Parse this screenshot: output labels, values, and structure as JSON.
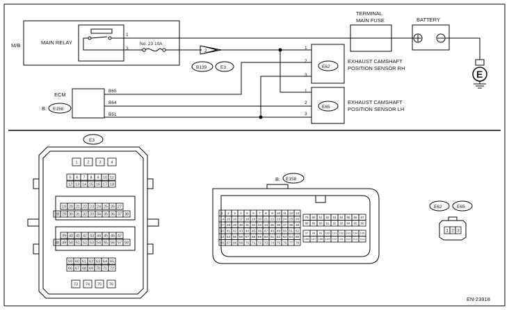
{
  "labels": {
    "mb": "M/B",
    "main_relay": "MAIN RELAY",
    "fuse": "No. 23   10A",
    "terminal_main_fuse_1": "TERMINAL",
    "terminal_main_fuse_2": "MAIN FUSE",
    "battery": "BATTERY",
    "ecm": "ECM",
    "ecm_prefix": "B:",
    "sensor_rh_1": "EXHAUST CAMSHAFT",
    "sensor_rh_2": "POSITION SENSOR RH",
    "sensor_lh_1": "EXHAUST CAMSHAFT",
    "sensor_lh_2": "POSITION SENSOR LH",
    "figure_id": "EN-23918",
    "connector_view_ecm_prefix": "B:"
  },
  "connectors": {
    "b139": "B139",
    "e3": "E3",
    "e158": "E158",
    "e62": "E62",
    "e65": "E65",
    "ground": "E"
  },
  "pins": {
    "relay_1": "1",
    "relay_3": "3",
    "b139_2": "2",
    "rh_1": "1",
    "rh_2": "2",
    "rh_3": "3",
    "lh_1": "1",
    "lh_2": "2",
    "lh_3": "3",
    "b65": "B65",
    "b64": "B64",
    "b51": "B51"
  },
  "e3_pin_rows": [
    [
      "1",
      "2",
      "3",
      "4"
    ],
    [
      "5",
      "6",
      "7",
      "8",
      "9",
      "10",
      "11"
    ],
    [
      "12",
      "13",
      "14",
      "15",
      "16",
      "17",
      "18"
    ],
    [
      "19",
      "20",
      "21",
      "22",
      "23",
      "24",
      "25",
      "26",
      "27"
    ],
    [
      "28",
      "29",
      "30",
      "31",
      "32",
      "33",
      "34",
      "35",
      "36",
      "37",
      "38"
    ],
    [
      "39",
      "40",
      "41",
      "42",
      "43",
      "44",
      "45",
      "46",
      "47"
    ],
    [
      "48",
      "49",
      "50",
      "51",
      "52",
      "53",
      "54",
      "55",
      "56",
      "57",
      "58"
    ],
    [
      "59",
      "60",
      "61",
      "62",
      "63",
      "64",
      "65"
    ],
    [
      "66",
      "67",
      "68",
      "69",
      "70",
      "71",
      "72"
    ],
    [
      "73",
      "74",
      "75",
      "76"
    ]
  ],
  "e158_left_rows": [
    [
      "1",
      "2",
      "3",
      "4",
      "5",
      "6",
      "7",
      "8",
      "9",
      "10",
      "11",
      "12",
      "13"
    ],
    [
      "14",
      "15",
      "16",
      "17",
      "18",
      "19",
      "20",
      "21",
      "22",
      "23",
      "24",
      "25",
      "26"
    ],
    [
      "27",
      "28",
      "29",
      "30",
      "31",
      "32",
      "33",
      "34",
      "35",
      "36",
      "37",
      "38",
      "39"
    ],
    [
      "40",
      "41",
      "42",
      "43",
      "44",
      "45",
      "46",
      "47",
      "48",
      "49",
      "50",
      "51",
      "52"
    ],
    [
      "53",
      "54",
      "55",
      "56",
      "57",
      "58",
      "59",
      "60",
      "61",
      "62",
      "63",
      "64",
      "65"
    ],
    [
      "66",
      "67",
      "68",
      "69",
      "70",
      "71",
      "72",
      "73",
      "74",
      "75",
      "76",
      "77",
      "78"
    ]
  ],
  "e158_right_top": [
    [
      "79",
      "80",
      "81",
      "82",
      "83",
      "84",
      "85",
      "86",
      "87"
    ],
    [
      "88",
      "89",
      "90",
      "91",
      "92",
      "93",
      "94",
      "95",
      "96"
    ]
  ],
  "e158_right_bottom": [
    [
      "97",
      "98",
      "99",
      "100",
      "101",
      "102",
      "103",
      "104",
      "105"
    ],
    [
      "106",
      "107",
      "108",
      "109",
      "110",
      "111",
      "112",
      "113",
      "114"
    ]
  ],
  "small_conn_pins": [
    "1",
    "2",
    "3"
  ]
}
